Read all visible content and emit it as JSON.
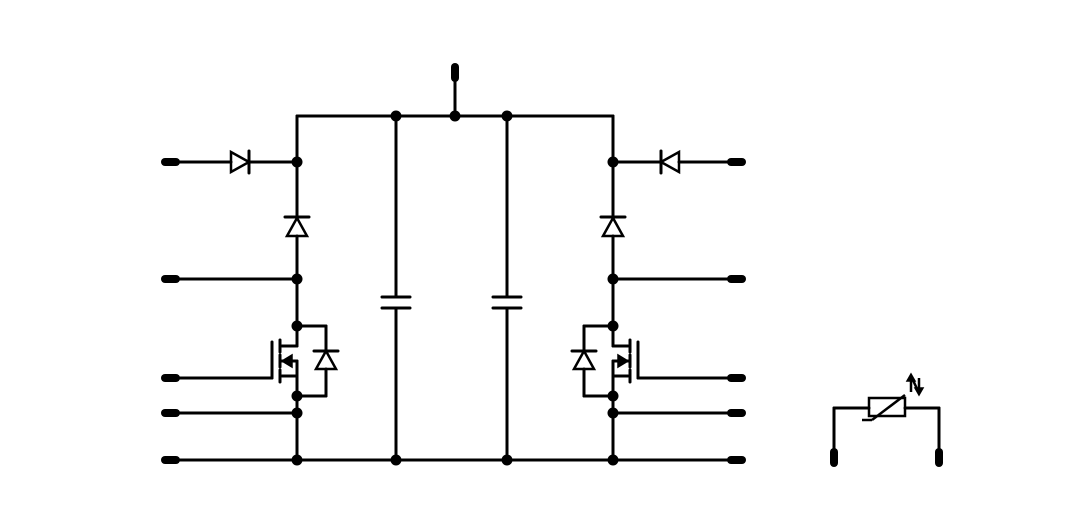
{
  "diagram": {
    "type": "circuit-schematic",
    "background": "#ffffff",
    "stroke_color": "#000000",
    "components": {
      "left_half_bridge": [
        "series-diode",
        "freewheel-diode",
        "mosfet",
        "mosfet-body-diode"
      ],
      "right_half_bridge": [
        "series-diode",
        "freewheel-diode",
        "mosfet",
        "mosfet-body-diode"
      ],
      "dc_link": [
        "capacitor",
        "capacitor"
      ],
      "standalone": [
        "thermistor"
      ]
    }
  }
}
